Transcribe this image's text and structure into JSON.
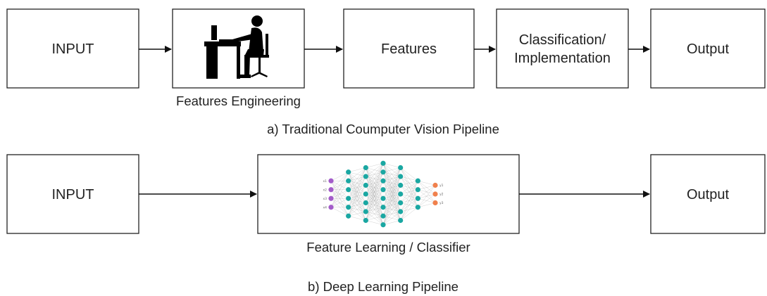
{
  "top_pipeline": {
    "input_label": "INPUT",
    "fe_caption": "Features Engineering",
    "features_label": "Features",
    "classification_line1": "Classification/",
    "classification_line2": "Implementation",
    "output_label": "Output",
    "caption": "a) Traditional Coumputer Vision Pipeline"
  },
  "bottom_pipeline": {
    "input_label": "INPUT",
    "learner_caption": "Feature Learning / Classifier",
    "output_label": "Output",
    "caption": "b) Deep Learning Pipeline"
  },
  "icons": {
    "engineer": "person-at-computer-desk-icon",
    "network": "neural-network-icon"
  },
  "network": {
    "layers": [
      4,
      6,
      7,
      8,
      7,
      4,
      3
    ],
    "input_labels": [
      "x1",
      "x2",
      "x3",
      "x4"
    ],
    "output_labels": [
      "y1",
      "y2",
      "y3"
    ]
  },
  "colors": {
    "stroke": "#222222",
    "nn_input": "#a35cc9",
    "nn_hidden": "#1aa7a2",
    "nn_output": "#f0804c"
  }
}
